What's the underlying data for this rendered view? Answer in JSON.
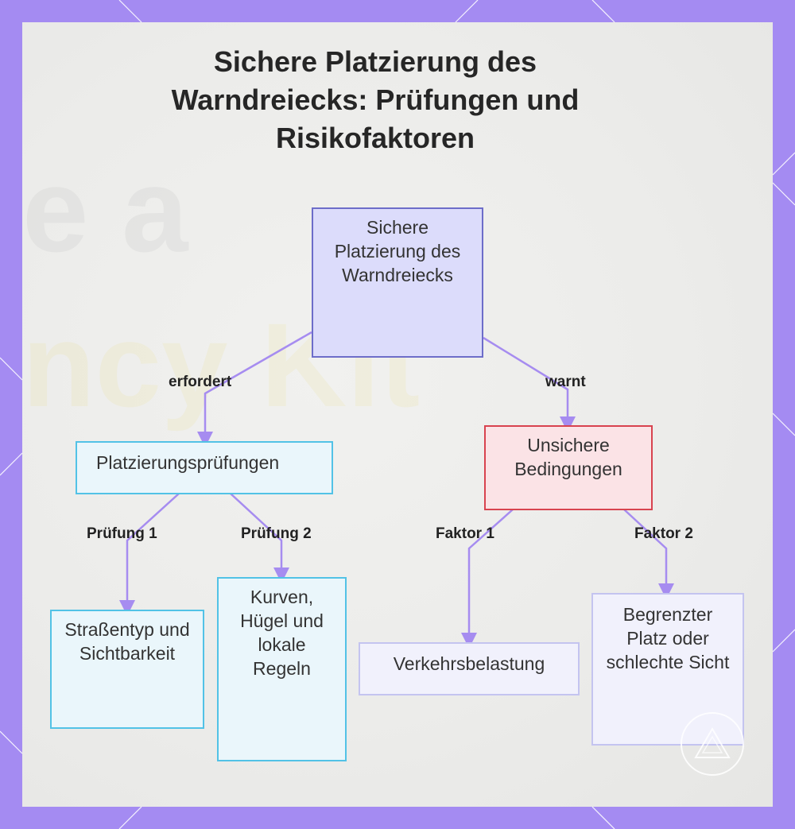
{
  "title": "Sichere Platzierung des Warndreiecks: Prüfungen und Risikofaktoren",
  "background_text": [
    "e a",
    "ncy Kit"
  ],
  "nodes": {
    "root": "Sichere Platzierung des Warndreiecks",
    "checks": "Platzierungsprüfungen",
    "unsafe": "Unsichere Bedingungen",
    "road_type": "Straßentyp und Sichtbarkeit",
    "curves": "Kurven, Hügel und lokale Regeln",
    "traffic": "Verkehrsbelastung",
    "limited_space": "Begrenzter Platz oder schlechte Sicht"
  },
  "edges": {
    "requires": "erfordert",
    "warns": "warnt",
    "check1": "Prüfung 1",
    "check2": "Prüfung 2",
    "factor1": "Faktor 1",
    "factor2": "Faktor 2"
  },
  "colors": {
    "frame": "#a48bf2",
    "connector": "#a68cf0",
    "root_fill": "#dcdcfb",
    "root_border": "#6d6dc9",
    "check_fill": "#eaf6fb",
    "check_border": "#52c2e6",
    "unsafe_fill": "#fbe3e6",
    "unsafe_border": "#d8434f",
    "factor_fill": "#f1f1fc",
    "factor_border": "#c4c4f0"
  },
  "icons": [
    "warning-triangle-watermark-icon"
  ]
}
